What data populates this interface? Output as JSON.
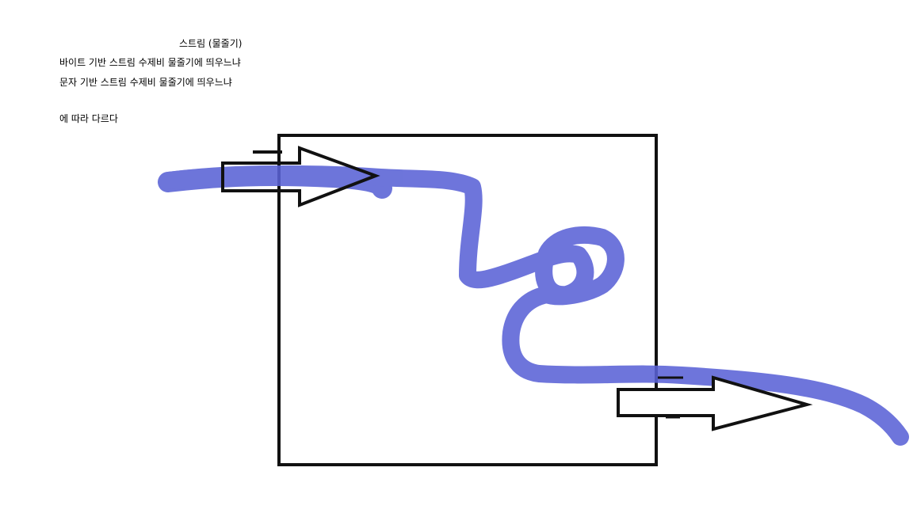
{
  "notes": {
    "title": "스트림 (물줄기)",
    "line1": "바이트 기반 스트림 수제비 물줄기에 띄우느냐",
    "line2": "문자 기반 스트림 수제비 물줄기에 띄우느냐",
    "line3": "에 따라 다르다"
  },
  "colors": {
    "stream": "#5a62d6",
    "outline": "#111111",
    "background": "#ffffff"
  }
}
